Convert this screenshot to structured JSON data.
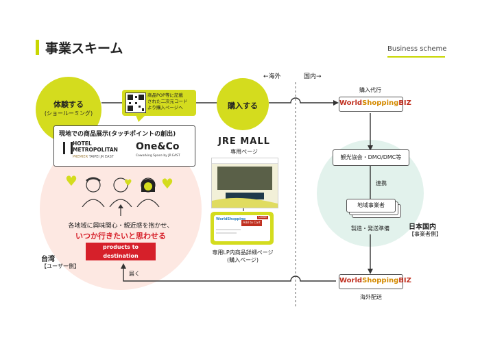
{
  "header": {
    "title": "事業スキーム",
    "subtitle": "Business scheme"
  },
  "top_labels": {
    "overseas": "←海外",
    "domestic": "国内→"
  },
  "experience": {
    "line1": "体験する",
    "line2": "(ショールーミング)"
  },
  "qr_bubble": {
    "lines": [
      "商品POP等に記載",
      "された二次元コード",
      "より購入ページへ"
    ]
  },
  "purchase": {
    "label": "購入する"
  },
  "showcase": {
    "title": "現地での商品展示(タッチポイントの創出)",
    "hotel_line1": "HOTEL",
    "hotel_line2": "METROPOLITAN",
    "hotel_sub": "PREMIER",
    "hotel_tag": "TAIPEI JR EAST",
    "oneco_name": "One&Co",
    "oneco_tag": "Coworking Space by JR EAST"
  },
  "jre_mall": {
    "name": "JRE MALL",
    "sub": "専用ページ"
  },
  "lp_page": {
    "line1": "専用LP内商品詳細ページ",
    "line2": "(購入ページ)",
    "cart_brand": "WorldShopping",
    "cart_button": "Add to Cart",
    "close": "Close"
  },
  "message": {
    "line1": "各地域に興味関心・親近感を抱かせ、",
    "line2": "いつか行きたいと思わせる",
    "badge": "products to destination"
  },
  "taiwan": {
    "name": "台湾",
    "side": "【ユーザー側】"
  },
  "deliver": "届く",
  "right_flow": {
    "purchase_agent": "購入代行",
    "brand_left": "World",
    "brand_mid": "Shopping",
    "brand_right": "BIZ",
    "tourism": "観光協会・DMO/DMC等",
    "coop": "連携",
    "local_biz": "地域事業者",
    "manufacture": "製造・発送準備",
    "japan": "日本国内",
    "japan_side": "【事業者側】",
    "ship_overseas": "海外配送"
  },
  "colors": {
    "accent_lime": "#d4dc1e",
    "pink_bg": "#fde8e2",
    "mint_bg": "#e2f2ec",
    "red": "#d6202a",
    "brand_red": "#c03020"
  }
}
